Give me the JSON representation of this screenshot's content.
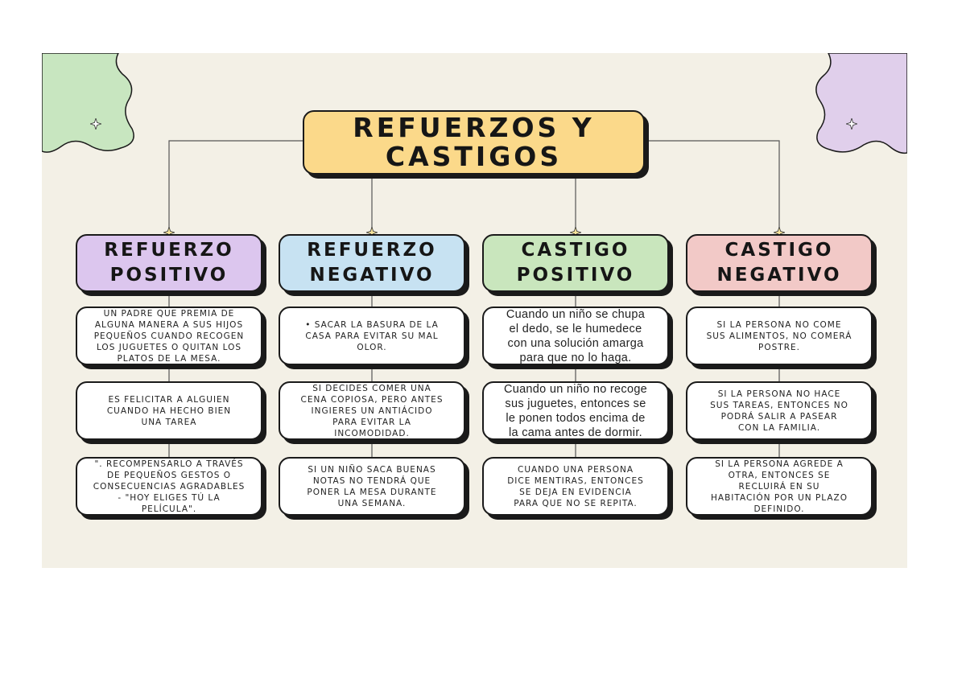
{
  "title": "REFUERZOS Y\nCASTIGOS",
  "colors": {
    "background": "#f3f0e6",
    "title": "#fbd98a",
    "refuerzo_positivo": "#dcc6ee",
    "refuerzo_negativo": "#c7e2f2",
    "castigo_positivo": "#c9e6bd",
    "castigo_negativo": "#f2c9c7",
    "blob_left": "#c8e6c0",
    "blob_right": "#e0cfeb"
  },
  "columns": [
    {
      "heading": "REFUERZO\nPOSITIVO",
      "examples": [
        "UN PADRE QUE PREMIA DE\nALGUNA MANERA A SUS HIJOS\nPEQUEÑOS CUANDO RECOGEN\nLOS JUGUETES O QUITAN LOS\nPLATOS DE LA MESA.",
        "ES FELICITAR A ALGUIEN\nCUANDO HA HECHO BIEN\nUNA TAREA",
        "\". RECOMPENSARLO A TRAVÉS\nDE PEQUEÑOS GESTOS O\nCONSECUENCIAS AGRADABLES\n- \"HOY ELIGES TÚ LA\nPELÍCULA\"."
      ]
    },
    {
      "heading": "REFUERZO\nNEGATIVO",
      "examples": [
        "• SACAR LA BASURA DE LA\nCASA PARA EVITAR SU MAL\nOLOR.",
        "SI DECIDES COMER UNA\nCENA COPIOSA, PERO ANTES\nINGIERES UN ANTIÁCIDO\nPARA EVITAR LA\nINCOMODIDAD.",
        "SI UN NIÑO SACA BUENAS\nNOTAS NO TENDRÁ QUE\nPONER LA MESA DURANTE\nUNA SEMANA."
      ]
    },
    {
      "heading": "CASTIGO\nPOSITIVO",
      "examples": [
        "Cuando un niño se chupa\nel dedo, se le humedece\ncon una solución amarga\npara que no lo haga.",
        "Cuando un niño no recoge\nsus juguetes, entonces se\nle ponen todos encima de\nla cama antes de dormir.",
        "CUANDO UNA PERSONA\nDICE MENTIRAS, ENTONCES\nSE DEJA EN EVIDENCIA\nPARA QUE NO SE REPITA."
      ]
    },
    {
      "heading": "CASTIGO\nNEGATIVO",
      "examples": [
        "SI LA PERSONA NO COME\nSUS ALIMENTOS, NO COMERÁ\nPOSTRE.",
        "SI LA PERSONA NO HACE\nSUS TAREAS, ENTONCES NO\nPODRÁ SALIR A PASEAR\nCON LA FAMILIA.",
        "SI LA PERSONA AGREDE A\nOTRA, ENTONCES SE\nRECLUIRÁ EN SU\nHABITACIÓN POR UN PLAZO\nDEFINIDO."
      ]
    }
  ]
}
